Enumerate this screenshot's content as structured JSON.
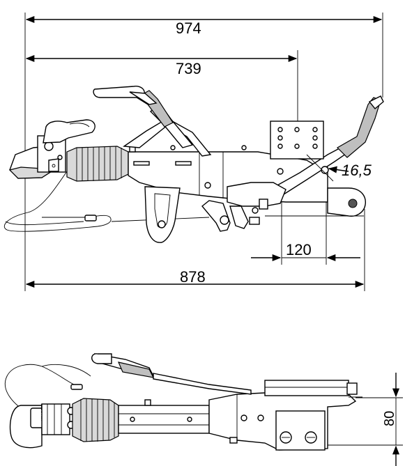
{
  "dimensions": {
    "overall_length": "974",
    "to_mount_center": "739",
    "lower_length": "878",
    "bracket_width": "120",
    "offset": "16,5",
    "height": "80"
  }
}
